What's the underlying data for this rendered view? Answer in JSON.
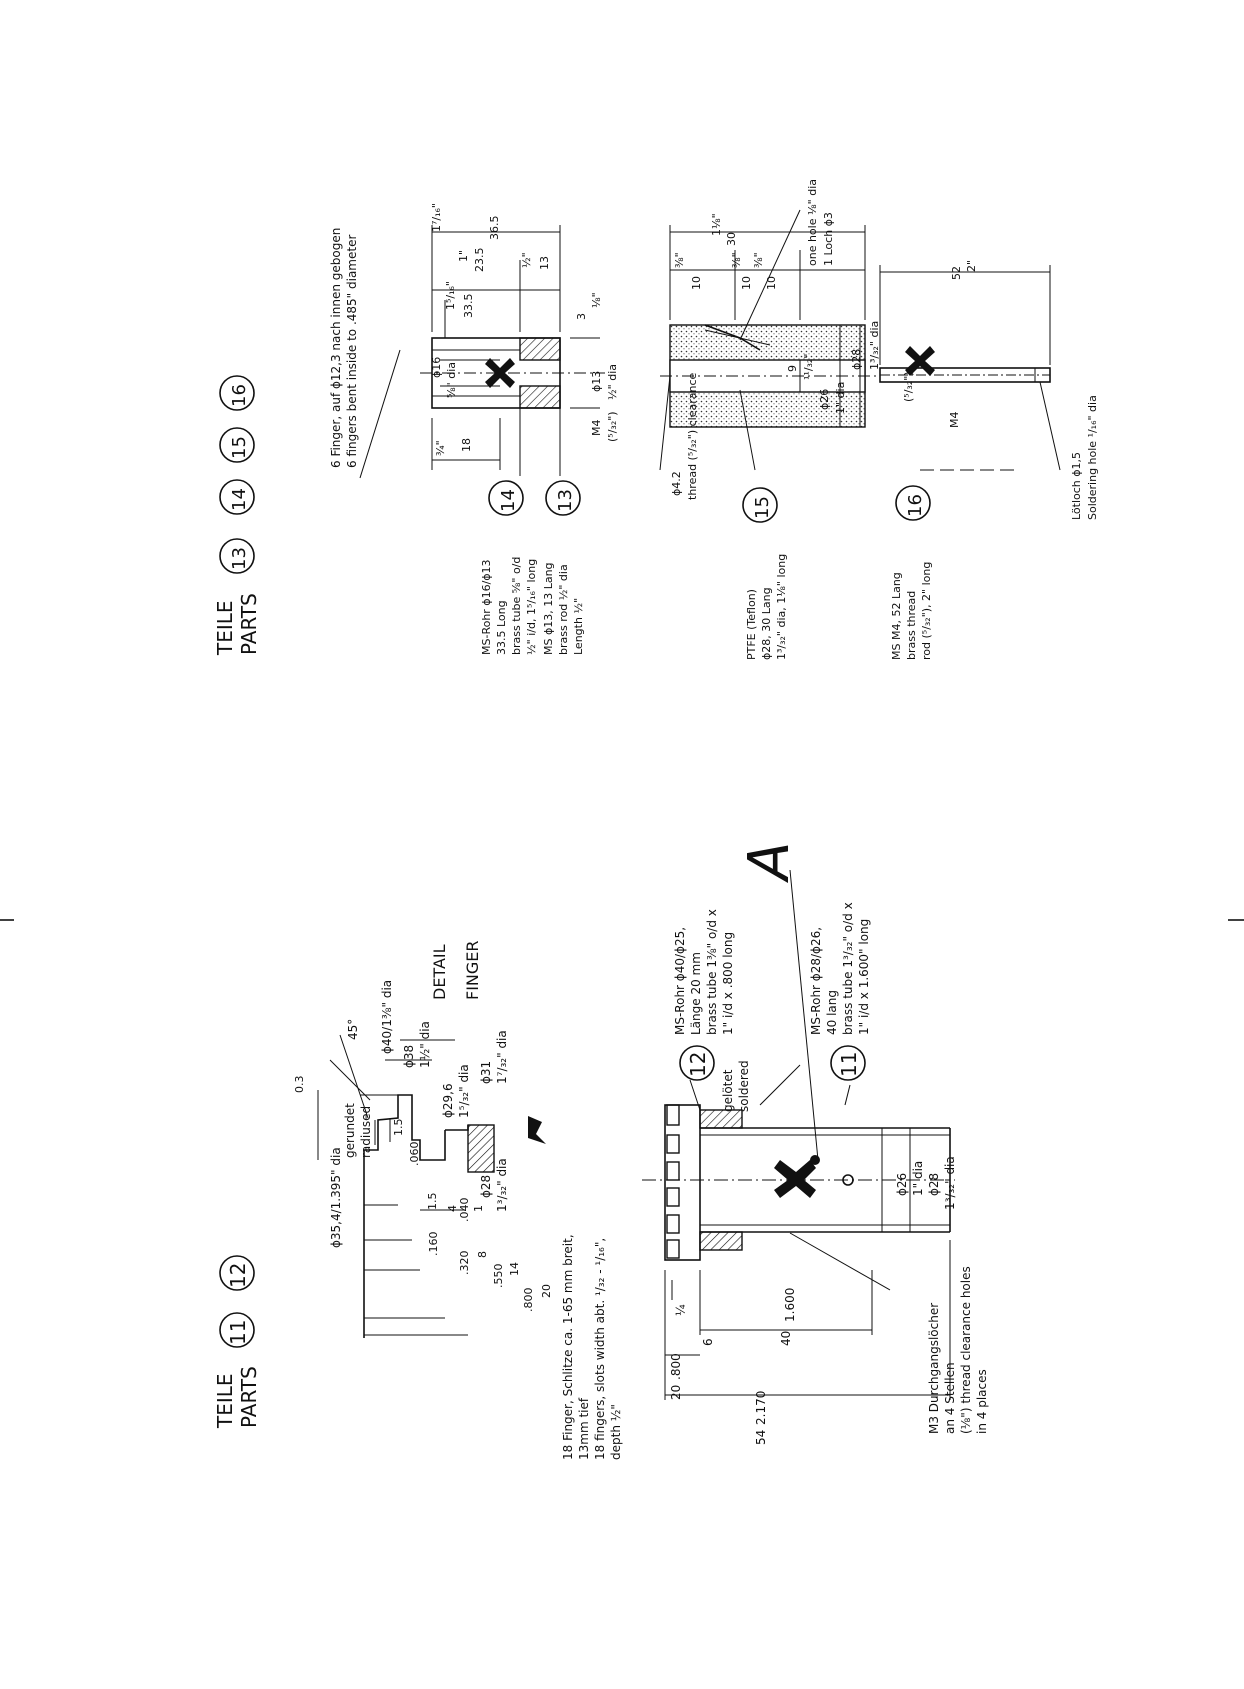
{
  "left_sheet": {
    "title_de": "TEILE",
    "title_en": "PARTS",
    "part_numbers": [
      "11",
      "12"
    ],
    "detail_de": "DETAIL",
    "detail_en": "FINGER",
    "detail_dims": {
      "d_outer": "ϕ35,4/1.395\" dia",
      "d40": "ϕ40/1⅜\" dia",
      "d38": "ϕ38",
      "d38_in": "1½\" dia",
      "d29": "ϕ29,6",
      "d29_in": "1⁵/₃₂\" dia",
      "d31": "ϕ31",
      "d31_in": "1⁷/₃₂\" dia",
      "d28": "ϕ28",
      "d28_in": "1³/₃₂\" dia",
      "angle": "45°",
      "r03": "0.3",
      "rounded_de": "gerundet",
      "rounded_en": "radiused",
      "l1_5": "1.5",
      "l1_5b": "1.5",
      "l_060": ".060",
      "l_160": ".160",
      "l4": "4",
      "l_320": ".320",
      "l_040": ".040",
      "l1": "1",
      "l8": "8",
      "l_550": ".550",
      "l14": "14",
      "l_800": ".800",
      "l20": "20"
    },
    "finger_note": [
      "18 Finger, Schlitze ca. 1-65 mm breit,",
      "13mm tief",
      "18 fingers, slots width abt. ¹/₃₂ - ¹/₁₆\",",
      "depth ½\""
    ],
    "part12_note": [
      "MS-Rohr ϕ40/ϕ25,",
      "Länge 20 mm",
      "brass tube 1⅜\" o/d x",
      "1\" i/d x .800 long"
    ],
    "part11_note": [
      "MS-Rohr ϕ28/ϕ26,",
      "40 lang",
      "brass tube 1³/₃₂\" o/d x",
      "1\" i/d x 1.600\" long"
    ],
    "big_letter": "A",
    "soldered_de": "gelötet",
    "soldered_en": "soldered",
    "assembly_dims": {
      "d26": "ϕ26",
      "d26_in": "1\" dia",
      "d28": "ϕ28",
      "d28_in": "1³/₃₂\" dia",
      "l6": "6",
      "l_quarter": "¼",
      "l40": "40",
      "l_1600": "1.600",
      "l_800": ".800",
      "l20": "20",
      "l_2170": "2.170",
      "l54": "54"
    },
    "holes_note": [
      "M3 Durchgangslöcher",
      "an 4 Stellen",
      "(⅛\") thread clearance holes",
      "in 4 places"
    ]
  },
  "right_sheet": {
    "title_de": "TEILE",
    "title_en": "PARTS",
    "part_numbers": [
      "13",
      "14",
      "15",
      "16"
    ],
    "finger_bend_note": [
      "6 Finger, auf ϕ12,3 nach innen gebogen",
      "6 fingers bent inside to .485\" diameter"
    ],
    "part14_note": [
      "MS-Rohr ϕ16/ϕ13",
      "33.5 Long",
      "brass tube ⅝\" o/d",
      "½\" i/d, 1⁵/₁₆\" long"
    ],
    "part13_note": [
      "MS ϕ13, 13 Lang",
      "brass rod ½\" dia",
      "Length ½\""
    ],
    "part15_note": [
      "PTFE (Teflon)",
      "ϕ28, 30 Lang",
      "1³/₃₂\" dia, 1⅛\" long"
    ],
    "part16_note": [
      "MS M4, 52 Lang",
      "brass thread",
      "rod (⁵/₃₂\"), 2\" long"
    ],
    "dims14": {
      "d16": "ϕ16",
      "d16_in": "⅝\" dia",
      "d13": "ϕ13",
      "d13_in": "½\" dia",
      "m4": "M4",
      "m4_in": "(⁵/₃₂\")",
      "l18": "18",
      "l_3q": "¾\"",
      "l33_5": "33.5",
      "l_1516": "1⁵/₁₆\"",
      "l23_5": "23.5",
      "l_1in": "1\"",
      "l13": "13",
      "l_half": "½\"",
      "l36_5": "36.5",
      "l_1716": "1⁷/₁₆\"",
      "l3": "3",
      "l_eighth": "⅛\""
    },
    "dims15": {
      "d_thread": "ϕ4.2",
      "thread_note": "thread (⁵/₃₂\") clearance",
      "hole_de": "1 Loch ϕ3",
      "hole_en": "one hole ⅛\" dia",
      "d9": "9",
      "d9_in": "¹¹/₃₂\"",
      "d26": "ϕ26",
      "d26_in": "1\" dia",
      "d28": "ϕ28",
      "d28_in": "1³/₃₂\" dia",
      "l10a": "10",
      "l10b": "10",
      "l10c": "10",
      "l_38a": "⅜\"",
      "l_38b": "⅜\"",
      "l_38c": "⅜\"",
      "l30": "30",
      "l_118": "1⅛\""
    },
    "dims16": {
      "m4": "M4",
      "m4_in": "(⁵/₃₂\")",
      "l52": "52",
      "l_2in": "2\"",
      "solder_de": "Lötloch ϕ1,5",
      "solder_en": "Soldering hole ¹/₁₆\" dia"
    }
  }
}
